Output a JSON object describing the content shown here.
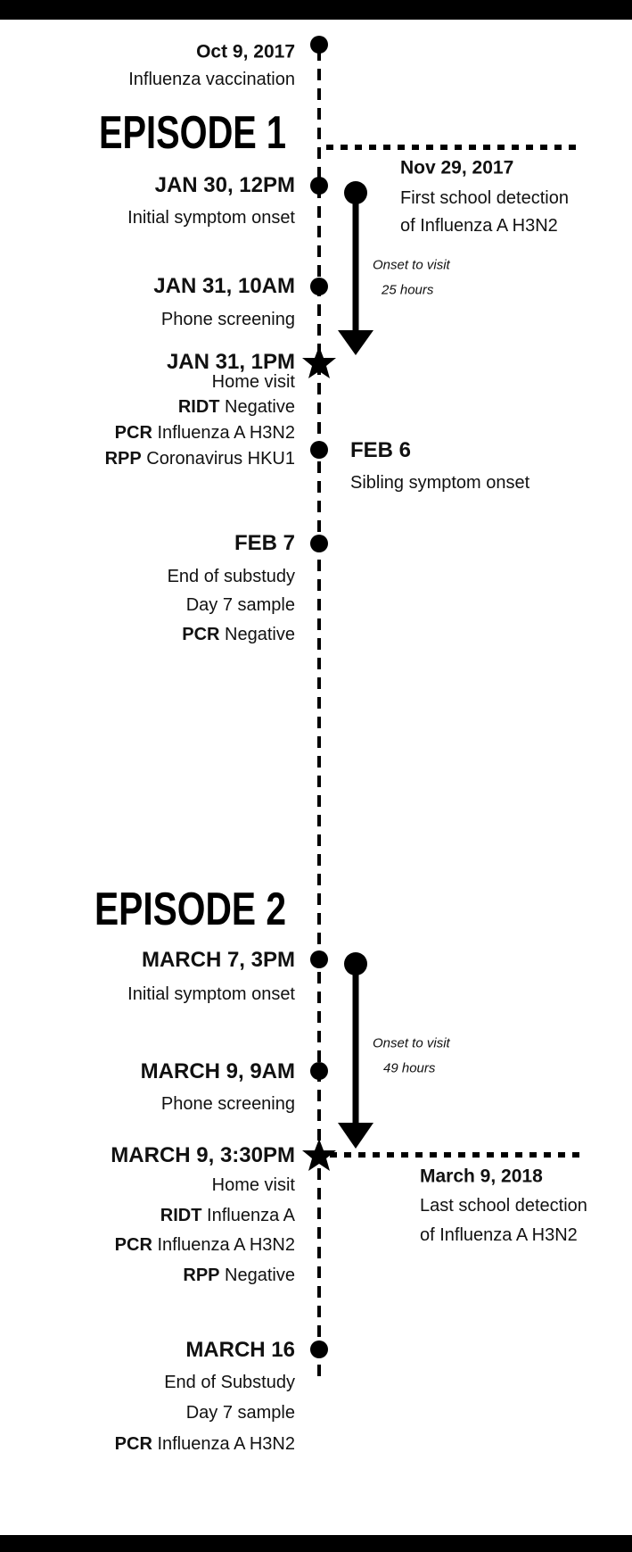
{
  "vaccination": {
    "date": "Oct 9, 2017",
    "label": "Influenza vaccination"
  },
  "episode1": {
    "title": "EPISODE 1",
    "school_detection": {
      "date": "Nov 29, 2017",
      "line1": "First school detection",
      "line2": "of Influenza A H3N2"
    },
    "onset": {
      "date": "JAN 30, 12PM",
      "label": "Initial symptom onset"
    },
    "interval": {
      "line1": "Onset to visit",
      "line2": "25 hours"
    },
    "phone": {
      "date": "JAN 31, 10AM",
      "label": "Phone screening"
    },
    "visit": {
      "date": "JAN 31, 1PM",
      "label": "Home visit",
      "tests": [
        {
          "name": "RIDT",
          "result": " Negative"
        },
        {
          "name": "PCR",
          "result": " Influenza A H3N2"
        },
        {
          "name": "RPP",
          "result": " Coronavirus HKU1"
        }
      ]
    },
    "sibling": {
      "date": "FEB 6",
      "label": "Sibling symptom onset"
    },
    "end": {
      "date": "FEB 7",
      "line1": "End of substudy",
      "line2": "Day 7 sample",
      "test": {
        "name": "PCR",
        "result": " Negative"
      }
    }
  },
  "episode2": {
    "title": "EPISODE 2",
    "onset": {
      "date": "MARCH 7, 3PM",
      "label": "Initial symptom onset"
    },
    "interval": {
      "line1": "Onset to visit",
      "line2": "49 hours"
    },
    "phone": {
      "date": "MARCH 9, 9AM",
      "label": "Phone screening"
    },
    "visit": {
      "date": "MARCH 9, 3:30PM",
      "label": "Home visit",
      "tests": [
        {
          "name": "RIDT",
          "result": " Influenza A"
        },
        {
          "name": "PCR",
          "result": " Influenza A H3N2"
        },
        {
          "name": "RPP",
          "result": " Negative"
        }
      ]
    },
    "school_detection": {
      "date": "March 9, 2018",
      "line1": "Last school detection",
      "line2": "of Influenza A H3N2"
    },
    "end": {
      "date": "MARCH 16",
      "line1": "End of Substudy",
      "line2": "Day 7 sample",
      "test": {
        "name": "PCR",
        "result": " Influenza A H3N2"
      }
    }
  }
}
